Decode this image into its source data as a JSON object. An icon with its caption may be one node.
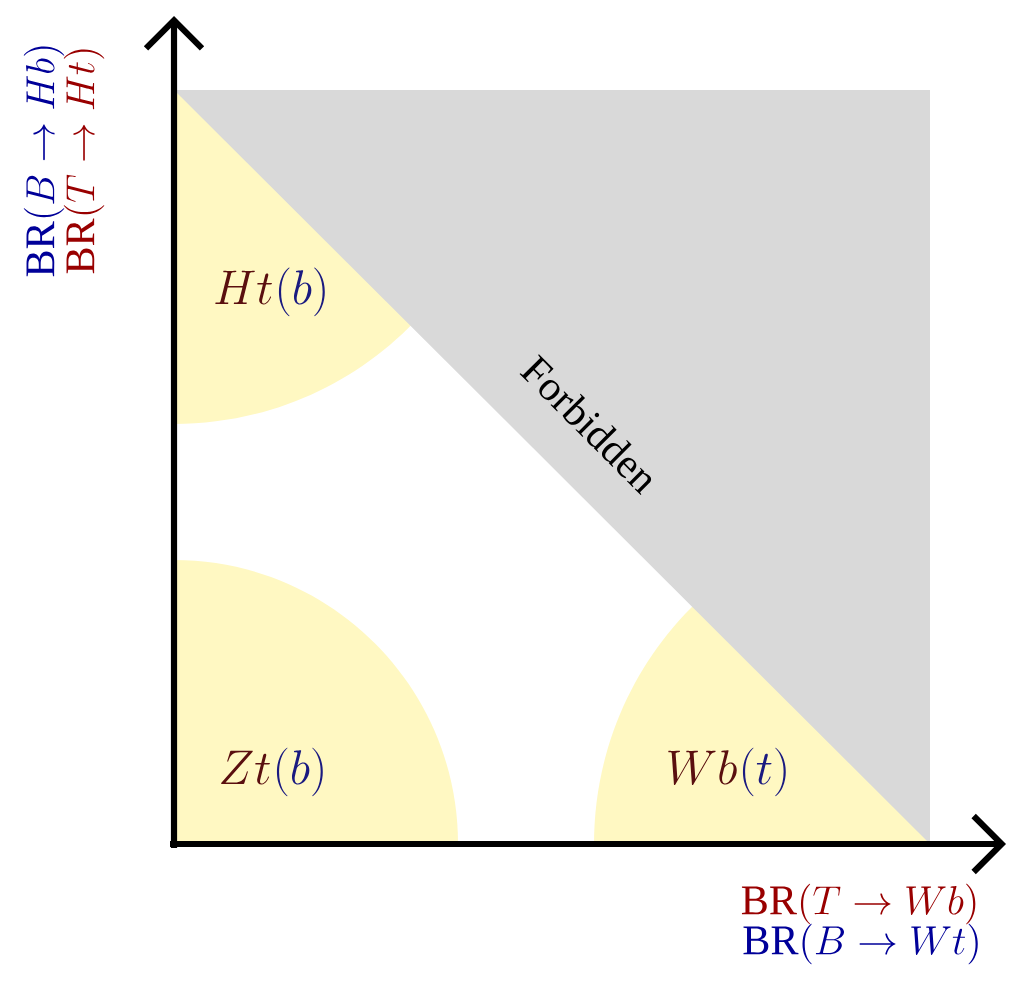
{
  "diagram": {
    "labels": [
      "\\mathrm{BR}(B \\to Hb)",
      "\\mathrm{BR}(T \\to Ht)",
      "Ht",
      "(b)",
      "Forbidden",
      "Zt",
      "(b)",
      "Wb",
      "(t)",
      "\\mathrm{BR}(T \\to Wb)",
      "\\mathrm{BR}(B \\to Wt)"
    ]
  }
}
